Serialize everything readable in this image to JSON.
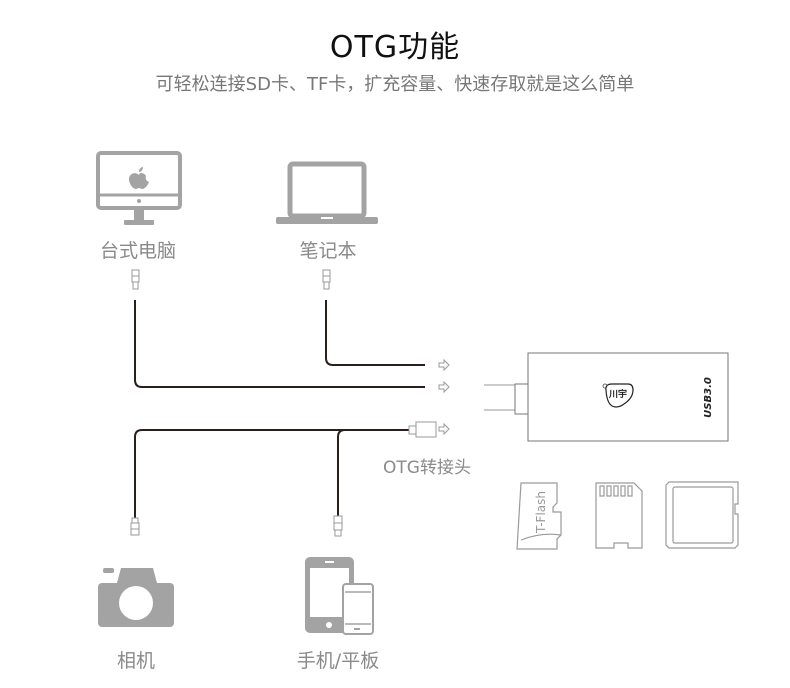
{
  "header": {
    "title": "OTG功能",
    "subtitle": "可轻松连接SD卡、TF卡，扩充容量、快速存取就是这么简单"
  },
  "devices": {
    "desktop": "台式电脑",
    "laptop": "笔记本",
    "camera": "相机",
    "phone_tablet": "手机/平板"
  },
  "adapter_label": "OTG转接头",
  "card_reader": {
    "brand_mark": "川宇",
    "usb_label": "USB3.0"
  },
  "cards": {
    "tf_label": "T-Flash"
  },
  "colors": {
    "icon_gray": "#a3a3a3",
    "cable": "#2a1f1c",
    "text_gray": "#8a8a8a"
  }
}
